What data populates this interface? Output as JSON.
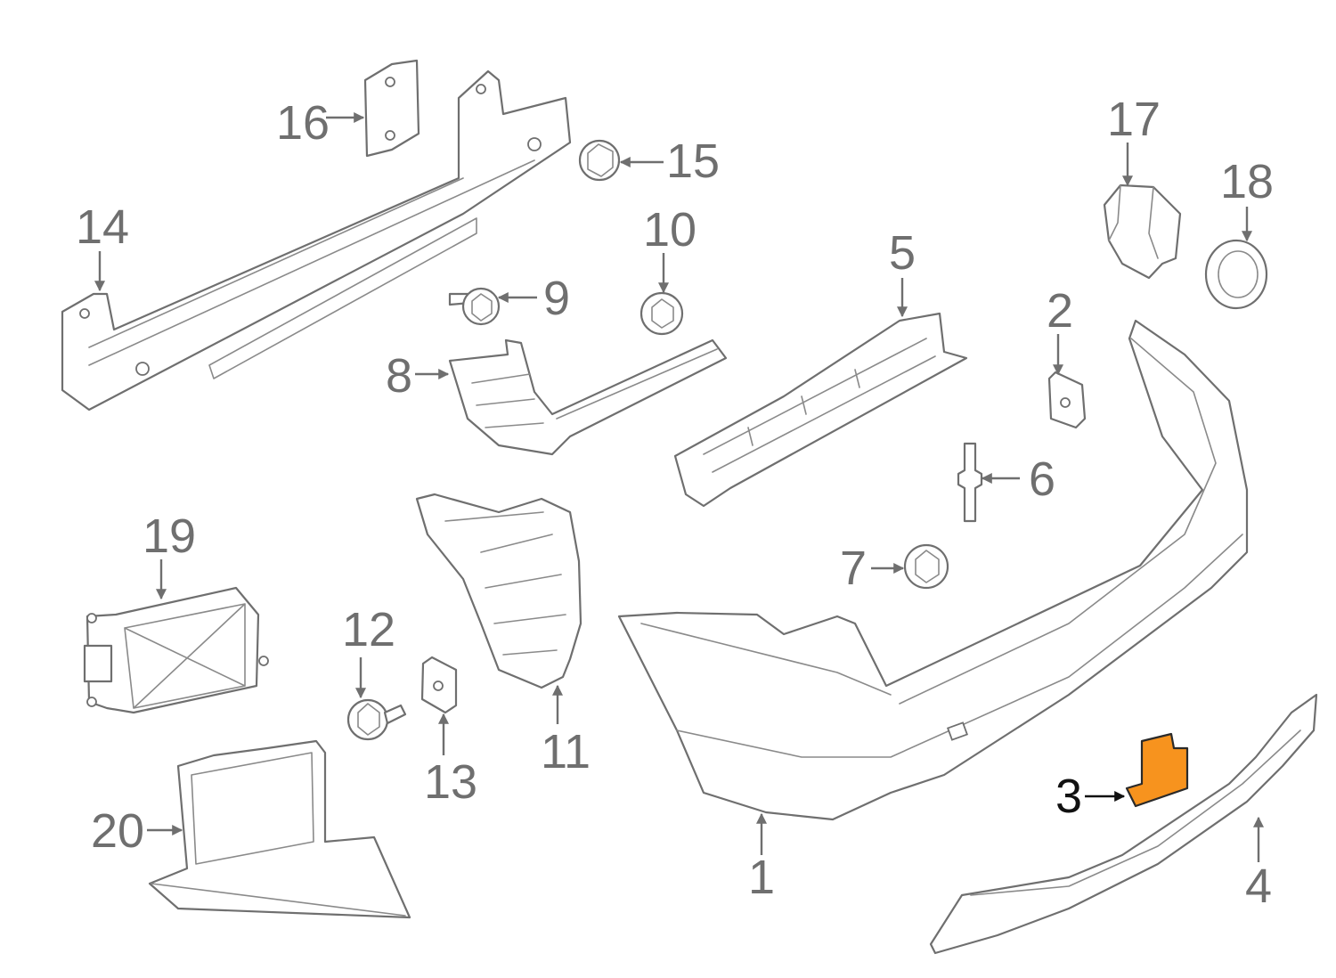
{
  "diagram": {
    "highlight_color": "#f7931e",
    "line_color": "#6f6f6f",
    "highlighted_callout": "3",
    "callouts": {
      "c1": "1",
      "c2": "2",
      "c3": "3",
      "c4": "4",
      "c5": "5",
      "c6": "6",
      "c7": "7",
      "c8": "8",
      "c9": "9",
      "c10": "10",
      "c11": "11",
      "c12": "12",
      "c13": "13",
      "c14": "14",
      "c15": "15",
      "c16": "16",
      "c17": "17",
      "c18": "18",
      "c19": "19",
      "c20": "20"
    }
  }
}
